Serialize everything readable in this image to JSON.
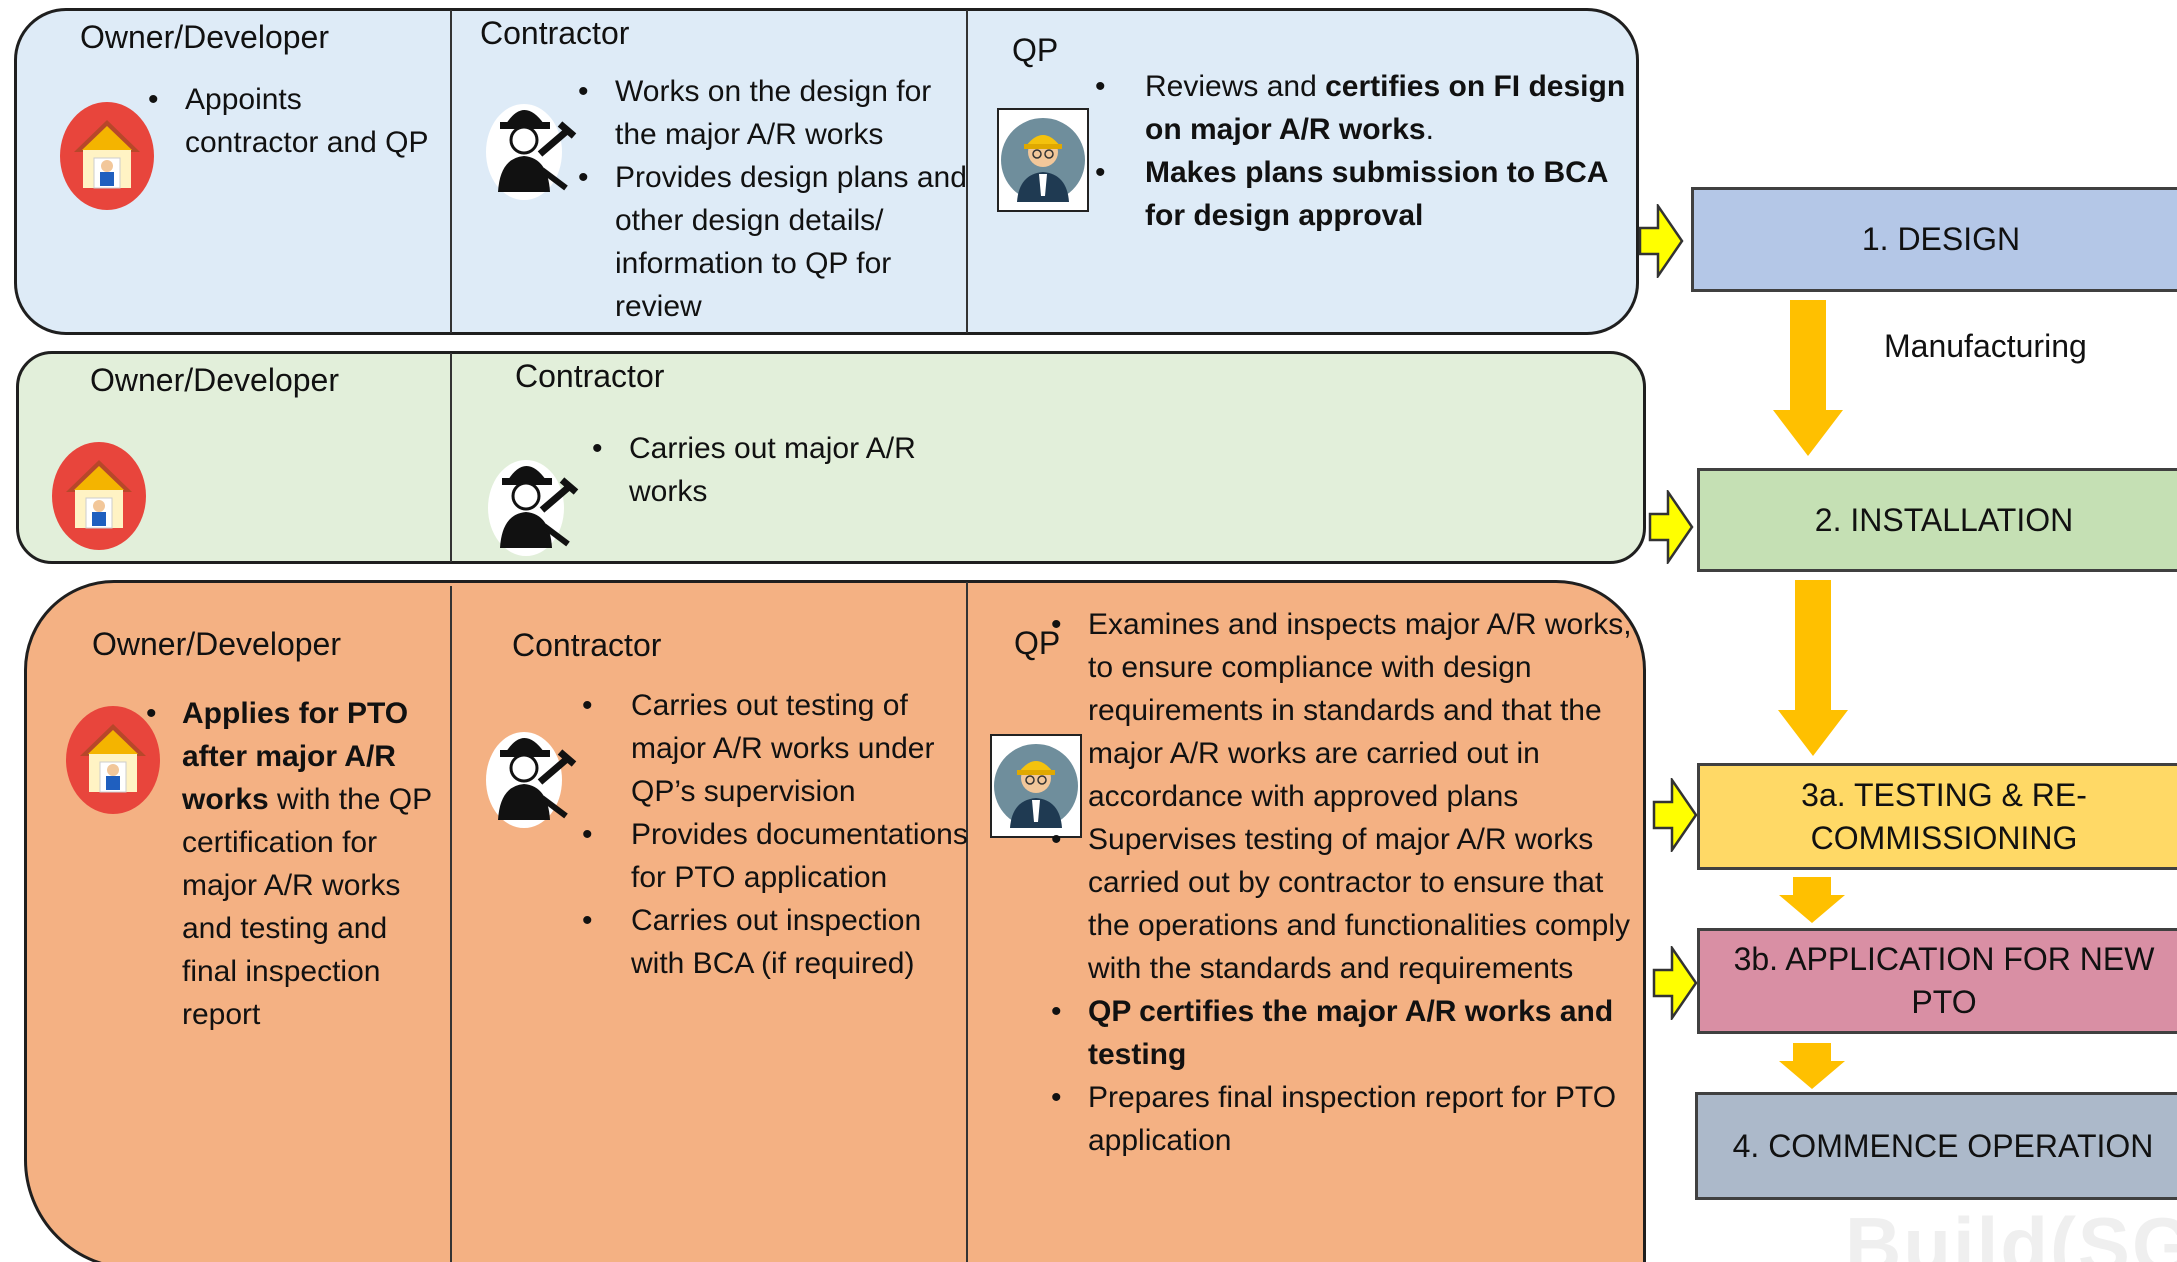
{
  "design_row": {
    "owner": {
      "header": "Owner/Developer",
      "bullet": "Appoints contractor and QP"
    },
    "contractor": {
      "header": "Contractor",
      "bullets": [
        "Works on the design for the major A/R works",
        "Provides design plans and other design details/ information to QP for review"
      ]
    },
    "qp": {
      "header": "QP",
      "b1_pre": "Reviews and ",
      "b1_bold": "certifies on FI design on major A/R works",
      "b1_post": ".",
      "b2_bold": "Makes plans submission to BCA for design approval"
    }
  },
  "install_row": {
    "owner": {
      "header": "Owner/Developer"
    },
    "contractor": {
      "header": "Contractor",
      "bullet": "Carries out major A/R works"
    }
  },
  "testing_row": {
    "owner": {
      "header": "Owner/Developer",
      "bold": "Applies for PTO after major A/R works",
      "rest": " with the QP certification for major A/R works and testing and final inspection report"
    },
    "contractor": {
      "header": "Contractor",
      "bullets": [
        "Carries out testing of major A/R works under QP’s supervision",
        "Provides documentations for PTO application",
        "Carries out inspection with BCA (if required)"
      ]
    },
    "qp": {
      "header": "QP",
      "bullets": [
        "Examines and inspects major A/R works, to ensure compliance with design requirements in standards and that the major A/R works are carried out in accordance with approved plans",
        "Supervises testing of major A/R works carried out by contractor to ensure that the operations and functionalities comply with the standards and requirements",
        "QP certifies the major A/R works and testing",
        "Prepares final inspection report for PTO application"
      ]
    }
  },
  "stages": {
    "design": "1. DESIGN",
    "manufacturing": "Manufacturing",
    "installation": "2. INSTALLATION",
    "testing": "3a. TESTING & RE-COMMISSIONING",
    "application": "3b. APPLICATION FOR NEW PTO",
    "commence": "4. COMMENCE OPERATION"
  },
  "watermark": "Build(SG)",
  "icons": [
    "house-icon",
    "worker-icon",
    "engineer-icon",
    "yellow-arrow-icon",
    "down-arrow-icon"
  ],
  "colors": {
    "design": "#deebf7",
    "installation": "#e2efda",
    "testing": "#f4b183",
    "arrow": "#ffc000",
    "pointer": "#ffff00"
  }
}
